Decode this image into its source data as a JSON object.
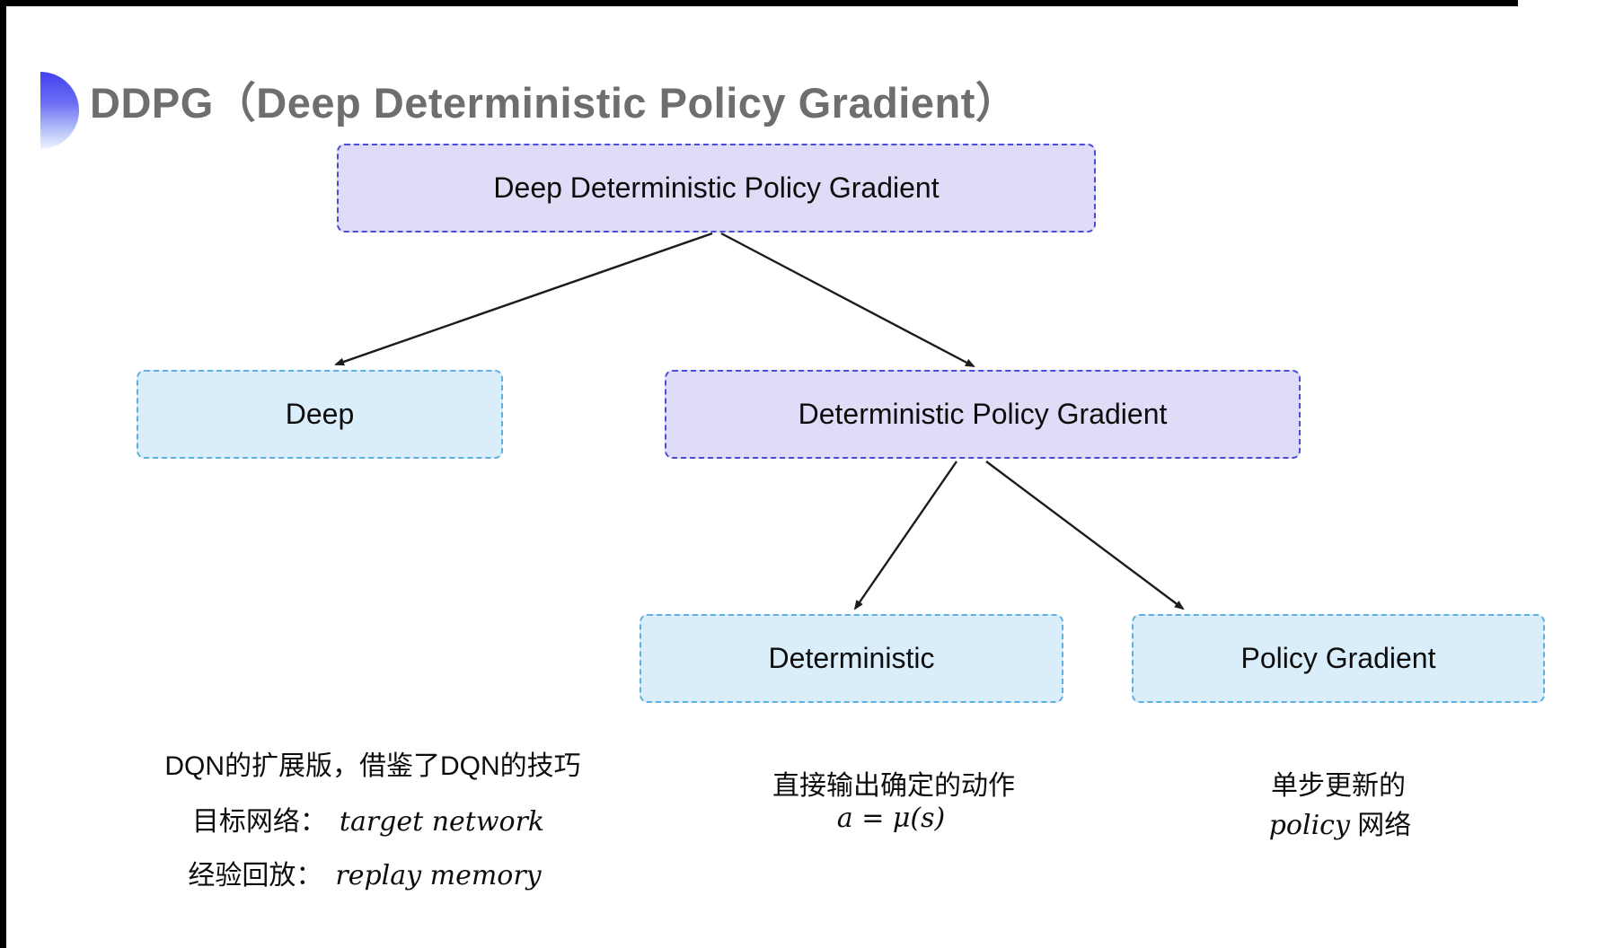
{
  "title": {
    "text": "DDPG（Deep Deterministic Policy Gradient）"
  },
  "bullet": {
    "icon": "gradient-semicircle"
  },
  "tree": {
    "nodes": {
      "root": {
        "label": "Deep Deterministic Policy Gradient",
        "style": "purple"
      },
      "deep": {
        "label": "Deep",
        "style": "cyan"
      },
      "dpg": {
        "label": "Deterministic Policy Gradient",
        "style": "purple"
      },
      "det": {
        "label": "Deterministic",
        "style": "cyan"
      },
      "pg": {
        "label": "Policy Gradient",
        "style": "cyan"
      }
    }
  },
  "annotations": {
    "deep": {
      "line1": "DQN的扩展版，借鉴了DQN的技巧",
      "line2_zh": "目标网络：",
      "line2_en": "target network",
      "line3_zh": "经验回放：",
      "line3_en": "replay memory"
    },
    "det": {
      "line1": "直接输出确定的动作",
      "formula": "a = μ(s)"
    },
    "pg": {
      "line1": "单步更新的",
      "line2_en": "policy",
      "line2_zh": " 网络"
    }
  },
  "colors": {
    "title_text": "#6e6e6e",
    "purple_fill": "#dedcf7",
    "purple_border": "#4a4cd8",
    "cyan_fill": "#d9eefa",
    "cyan_border": "#5fb0e0",
    "arrow": "#1c1c1c",
    "bullet_top": "#4340ee",
    "bullet_bottom": "#eef3fe"
  }
}
